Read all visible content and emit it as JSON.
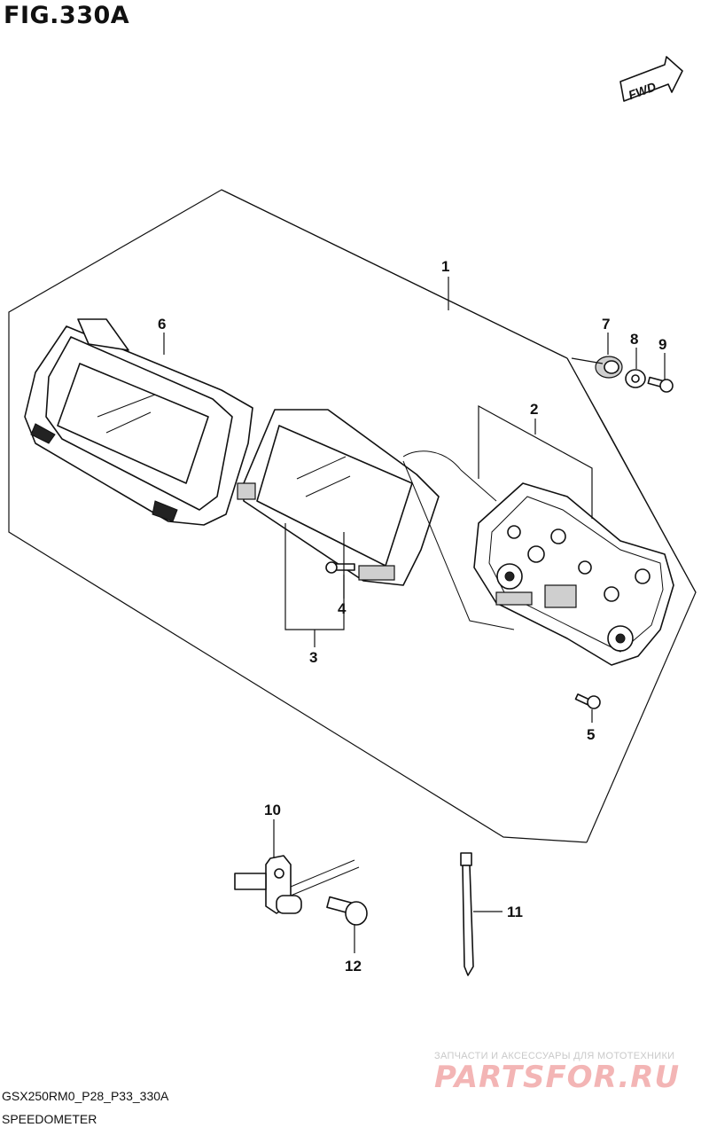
{
  "figure": {
    "title": "FIG.330A",
    "direction_label": "FWD"
  },
  "callouts": [
    {
      "id": "1",
      "label": "1"
    },
    {
      "id": "2",
      "label": "2"
    },
    {
      "id": "3",
      "label": "3"
    },
    {
      "id": "4",
      "label": "4"
    },
    {
      "id": "5",
      "label": "5"
    },
    {
      "id": "6",
      "label": "6"
    },
    {
      "id": "7",
      "label": "7"
    },
    {
      "id": "8",
      "label": "8"
    },
    {
      "id": "9",
      "label": "9"
    },
    {
      "id": "10",
      "label": "10"
    },
    {
      "id": "11",
      "label": "11"
    },
    {
      "id": "12",
      "label": "12"
    }
  ],
  "footer": {
    "code": "GSX250RM0_P28_P33_330A",
    "name": "SPEEDOMETER"
  },
  "watermark": {
    "caption": "ЗАПЧАСТИ И АКСЕССУАРЫ ДЛЯ МОТОТЕХНИКИ",
    "logo": "PARTSFOR.RU"
  }
}
